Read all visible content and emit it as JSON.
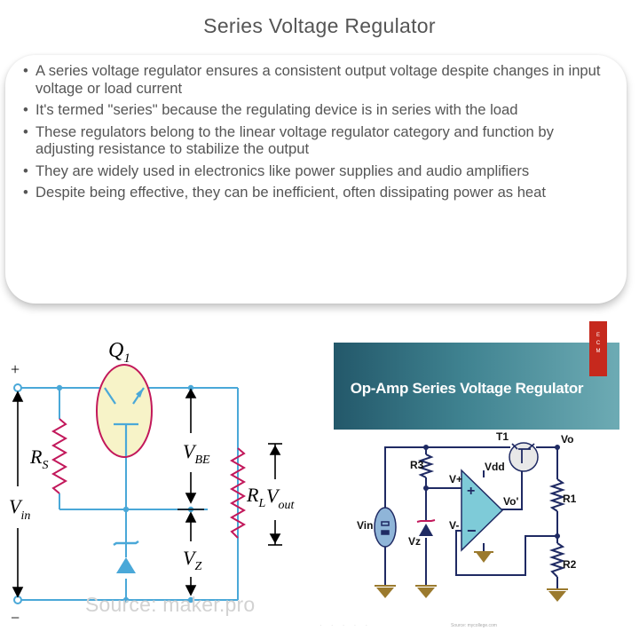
{
  "title": "Series Voltage Regulator",
  "bullets": [
    "A series voltage regulator ensures a consistent output voltage despite changes in input voltage or load current",
    "It's termed \"series\" because the regulating device is in series with the load",
    "These regulators belong to the linear voltage regulator category and function by adjusting resistance to stabilize the output",
    "They are widely used in electronics like power supplies and audio amplifiers",
    "Despite being effective, they can be inefficient, often dissipating power as heat"
  ],
  "left_diagram": {
    "plus": "+",
    "minus": "−",
    "q": "Q",
    "q_sub": "1",
    "rs": "R",
    "rs_sub": "S",
    "vin": "V",
    "vin_sub": "in",
    "vbe": "V",
    "vbe_sub": "BE",
    "vz": "V",
    "vz_sub": "Z",
    "rl": "R",
    "rl_sub": "L",
    "vout": "V",
    "vout_sub": "out",
    "source": "Source: maker.pro",
    "wire_color": "#4aa8d8",
    "resistor_color": "#c2185b",
    "transistor_fill": "#f7f3c8"
  },
  "right_diagram": {
    "banner_title": "Op-Amp Series Voltage Regulator",
    "tag": "ECM",
    "t1": "T1",
    "vo": "Vo",
    "vo_prime": "Vo'",
    "r1": "R1",
    "r2": "R2",
    "r3": "R3",
    "vdd": "Vdd",
    "vplus": "V+",
    "vminus": "V-",
    "vin": "Vin",
    "vz": "Vz",
    "opamp_fill": "#7ecbd8",
    "ground_color": "#9b7a2e",
    "wire_color": "#1f2a63",
    "source_small": "Source: mycollege.com",
    "dots": "· · · · ·"
  }
}
